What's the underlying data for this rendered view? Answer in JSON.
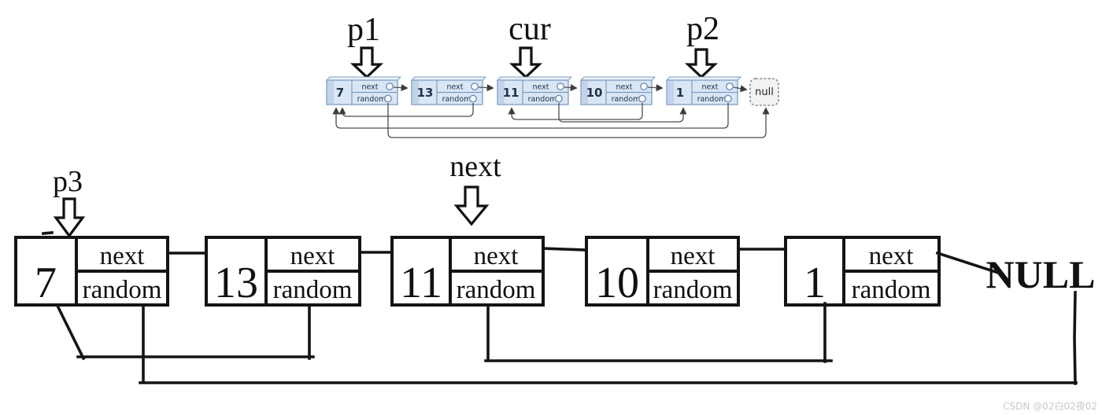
{
  "watermark": "CSDN @02白02夜02",
  "colors": {
    "top_node_fill": "#dae6f5",
    "top_node_stroke": "#7c9cc2",
    "top_line": "#4d4d4d",
    "bottom_line": "#141414",
    "null_box_fill": "#f3f3f3",
    "watermark_gray": "#c9c9c9"
  },
  "top": {
    "labels": {
      "p1": "p1",
      "cur": "cur",
      "p2": "p2"
    },
    "field_next": "next",
    "field_random": "random",
    "null_label": "null",
    "nodes": [
      {
        "value": "7"
      },
      {
        "value": "13"
      },
      {
        "value": "11"
      },
      {
        "value": "10"
      },
      {
        "value": "1"
      }
    ],
    "next_chain": [
      "7",
      "13",
      "11",
      "10",
      "1",
      "null"
    ],
    "random_links": [
      {
        "from": "7",
        "to": "null"
      },
      {
        "from": "13",
        "to": "7"
      },
      {
        "from": "11",
        "to": "1"
      },
      {
        "from": "10",
        "to": "11"
      },
      {
        "from": "1",
        "to": "7"
      }
    ]
  },
  "bottom": {
    "labels": {
      "p3": "p3",
      "next": "next"
    },
    "field_next": "next",
    "field_random": "random",
    "null_label": "NULL",
    "nodes": [
      {
        "value": "7"
      },
      {
        "value": "13"
      },
      {
        "value": "11"
      },
      {
        "value": "10"
      },
      {
        "value": "1"
      }
    ],
    "next_chain": [
      "7",
      "13",
      "11",
      "10",
      "1",
      "NULL"
    ],
    "random_links": [
      {
        "from": "13",
        "to": "7"
      },
      {
        "from": "7",
        "to": "NULL"
      },
      {
        "from": "11",
        "to": "1"
      }
    ]
  }
}
